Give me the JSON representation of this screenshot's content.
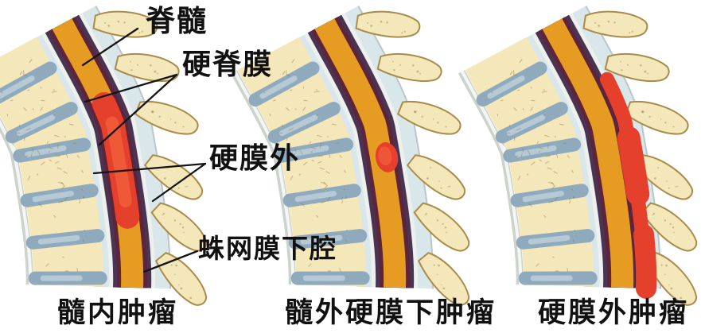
{
  "annotations": [
    {
      "id": "spinal-cord",
      "text": "脊髓"
    },
    {
      "id": "dura-mater",
      "text": "硬脊膜"
    },
    {
      "id": "epidural-space",
      "text": "硬膜外"
    },
    {
      "id": "subarachnoid-space",
      "text": "蛛网膜下腔"
    }
  ],
  "panels": [
    {
      "caption": "髓内肿瘤",
      "tumor": "intramedullary"
    },
    {
      "caption": "髓外硬膜下肿瘤",
      "tumor": "subdural-extramedullary"
    },
    {
      "caption": "硬膜外肿瘤",
      "tumor": "epidural"
    }
  ],
  "colors": {
    "background": "#ffffff",
    "spinal_cord_orange": "#e69b22",
    "dura_purple": "#4a3453",
    "subdural_maroon": "#5e2439",
    "csf_blue": "#d9e6ea",
    "pale_strip": "#edf0ec",
    "bone_fill": "#f4e7ba",
    "bone_outline": "#a98c4c",
    "bone_texture": "#8f7a45",
    "disc_blue": "#8fa9bd",
    "disc_highlight": "#bdd0da",
    "ligament_gray": "#ccd2cc",
    "canal_edge": "#b9c6cb",
    "tumor_red": "#e5402b",
    "tumor_core": "#ef5938",
    "line_black": "#151515",
    "text_black": "#111111"
  }
}
